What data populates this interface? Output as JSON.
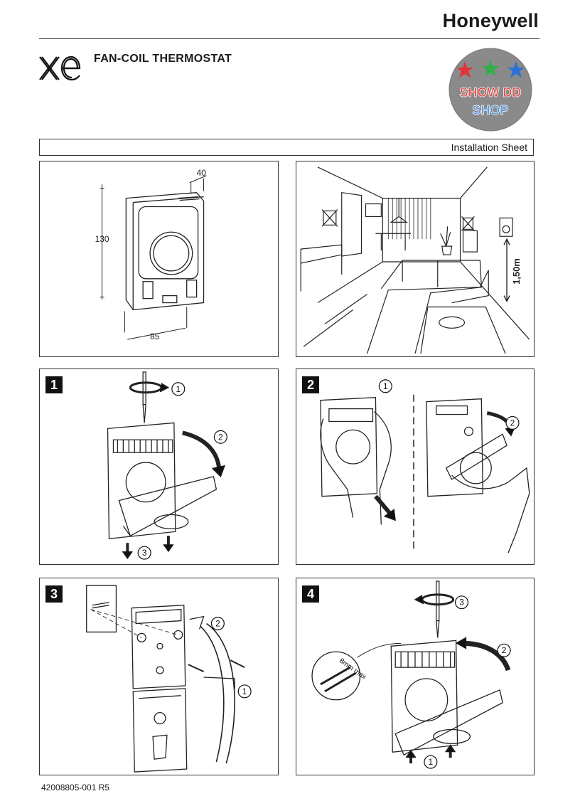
{
  "header": {
    "brand": "Honeywell",
    "logo_text": "xe",
    "product_title": "FAN-COIL THERMOSTAT",
    "section_label": "Installation Sheet"
  },
  "badge": {
    "line1": "SHOW DD",
    "line2": "SHOP",
    "star_colors": [
      "#e0343a",
      "#2fae4a",
      "#2a72d6"
    ],
    "disc_color": "#8a8a8a"
  },
  "dimensions": {
    "height": "130",
    "width": "85",
    "depth": "40"
  },
  "room": {
    "mount_height": "1,50m"
  },
  "steps": [
    {
      "number": "1",
      "callouts": [
        "1",
        "2",
        "3"
      ]
    },
    {
      "number": "2",
      "callouts": [
        "1",
        "2"
      ]
    },
    {
      "number": "3",
      "callouts": [
        "1",
        "2"
      ]
    },
    {
      "number": "4",
      "callouts": [
        "1",
        "2",
        "3"
      ],
      "wire_note": "8mm max"
    }
  ],
  "footer": {
    "doc_number": "42008805-001 R5"
  }
}
